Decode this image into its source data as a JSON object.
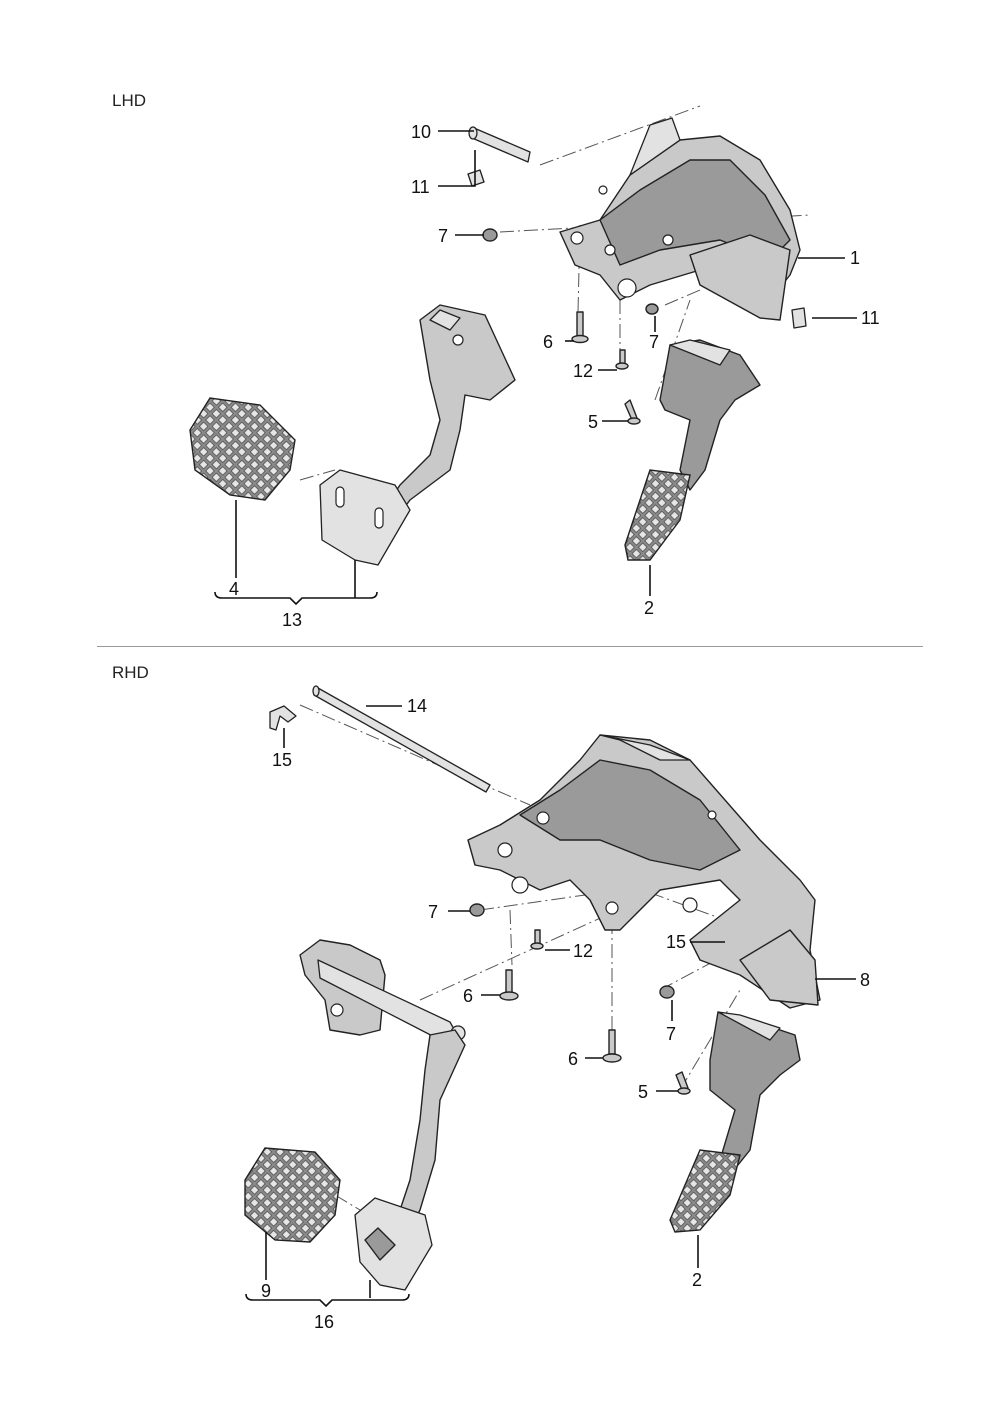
{
  "sections": {
    "lhd": {
      "label": "LHD"
    },
    "rhd": {
      "label": "RHD"
    }
  },
  "callouts": {
    "lhd": {
      "c1": "1",
      "c2": "2",
      "c4": "4",
      "c5": "5",
      "c6": "6",
      "c7a": "7",
      "c7b": "7",
      "c10": "10",
      "c11a": "11",
      "c11b": "11",
      "c12": "12",
      "c13": "13"
    },
    "rhd": {
      "c2": "2",
      "c5": "5",
      "c6a": "6",
      "c6b": "6",
      "c7a": "7",
      "c7b": "7",
      "c8": "8",
      "c9": "9",
      "c12": "12",
      "c14": "14",
      "c15a": "15",
      "c15b": "15",
      "c16": "16"
    }
  }
}
